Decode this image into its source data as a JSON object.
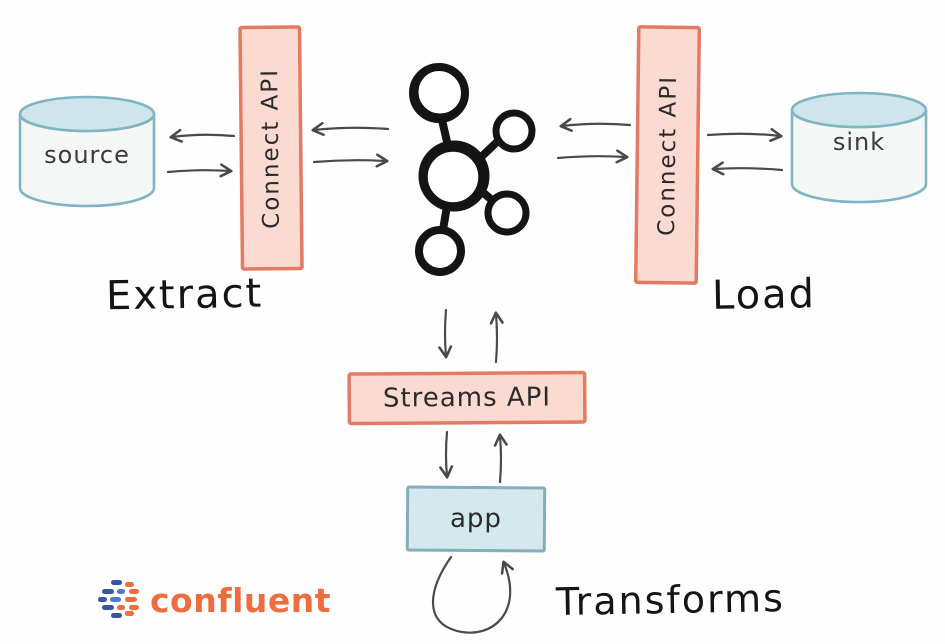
{
  "diagram": {
    "nodes": {
      "source": {
        "label": "source",
        "shape": "cylinder"
      },
      "connect_api_left": {
        "label": "Connect API",
        "shape": "vertical-box"
      },
      "kafka": {
        "icon": "kafka-logo"
      },
      "connect_api_right": {
        "label": "Connect API",
        "shape": "vertical-box"
      },
      "sink": {
        "label": "sink",
        "shape": "cylinder"
      },
      "streams_api": {
        "label": "Streams API",
        "shape": "box"
      },
      "app": {
        "label": "app",
        "shape": "box"
      }
    },
    "annotations": {
      "extract": "Extract",
      "load": "Load",
      "transforms": "Transforms"
    },
    "edges": [
      {
        "from": "source",
        "to": "connect_api_left",
        "bidirectional": true
      },
      {
        "from": "connect_api_left",
        "to": "kafka",
        "bidirectional": true
      },
      {
        "from": "kafka",
        "to": "connect_api_right",
        "bidirectional": true
      },
      {
        "from": "connect_api_right",
        "to": "sink",
        "bidirectional": true
      },
      {
        "from": "kafka",
        "to": "streams_api",
        "bidirectional": true
      },
      {
        "from": "streams_api",
        "to": "app",
        "bidirectional": true
      },
      {
        "from": "app",
        "to": "app",
        "type": "self-loop"
      }
    ],
    "icons": [
      "kafka-logo",
      "confluent-logo",
      "loop-arrow"
    ],
    "colors": {
      "salmon_fill": "#fbdad1",
      "salmon_border": "#e37a62",
      "cylinder_fill": "#f5f7f6",
      "cylinder_top_fill": "#cde5eb",
      "cylinder_border": "#7fb5c2",
      "app_fill": "#d4e8ee",
      "app_border": "#84aebc",
      "arrow": "#4a4a4a",
      "kafka_ink": "#141414",
      "confluent_orange": "#ee6c3d",
      "confluent_blue": "#3955a3"
    }
  },
  "branding": {
    "logo_text": "confluent"
  }
}
